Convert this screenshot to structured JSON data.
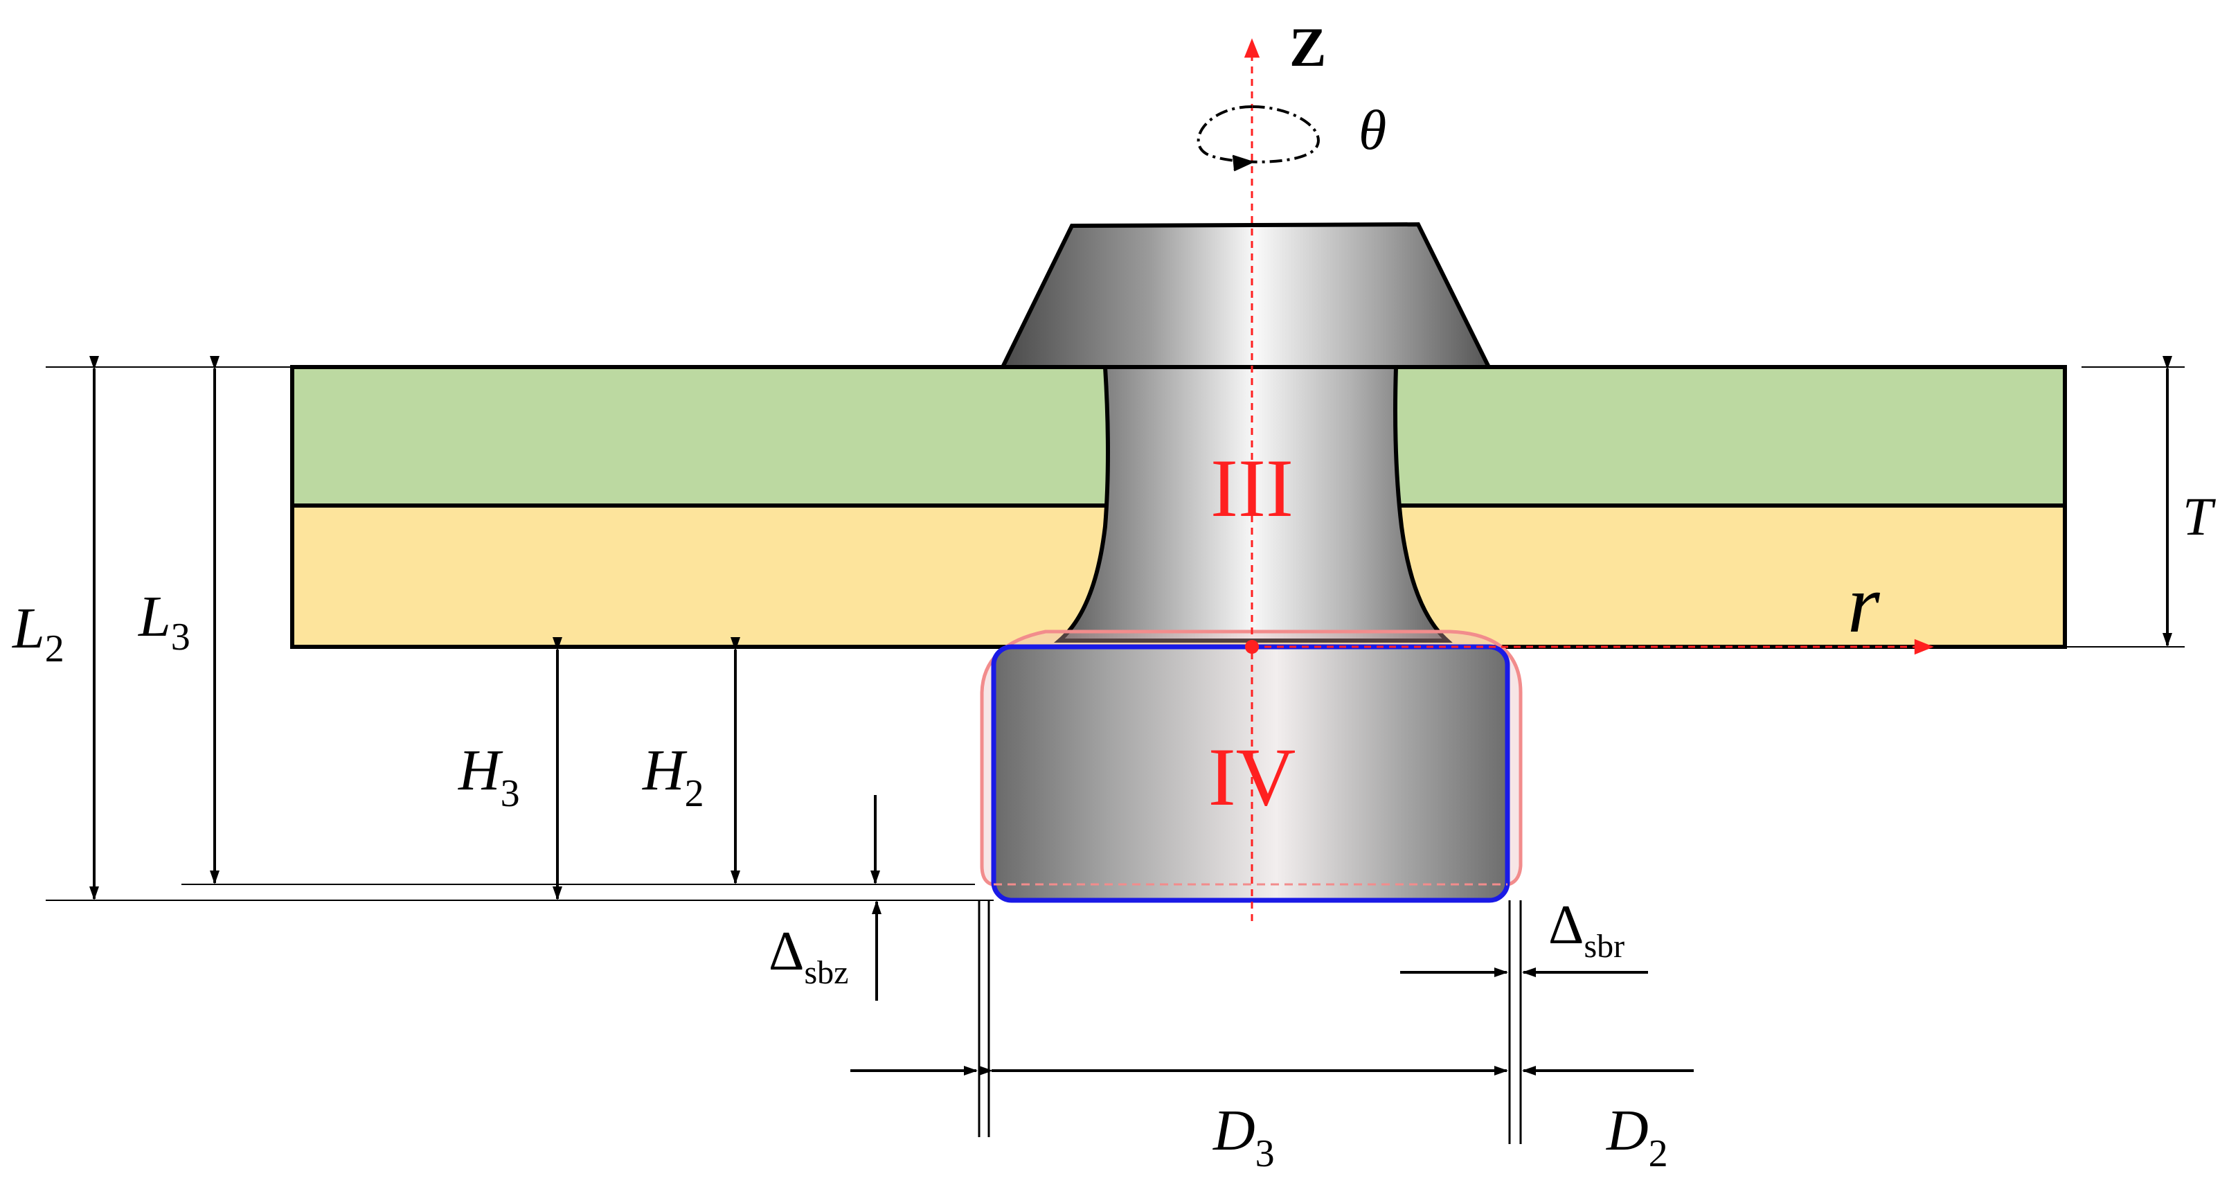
{
  "axes": {
    "z_label": "Z",
    "theta_label": "θ",
    "r_label": "r"
  },
  "regions": {
    "upper": "III",
    "lower": "IV"
  },
  "dimensions": {
    "L2": {
      "main": "L",
      "sub": "2"
    },
    "L3": {
      "main": "L",
      "sub": "3"
    },
    "H3": {
      "main": "H",
      "sub": "3"
    },
    "H2": {
      "main": "H",
      "sub": "2"
    },
    "T": {
      "main": "T"
    },
    "delta_sbz": {
      "main": "Δ",
      "sub": "sbz"
    },
    "delta_sbr": {
      "main": "Δ",
      "sub": "sbr"
    },
    "D3": {
      "main": "D",
      "sub": "3"
    },
    "D2": {
      "main": "D",
      "sub": "2"
    }
  },
  "colors": {
    "top_sheet": "#bcd9a1",
    "bottom_sheet": "#fde49c",
    "axis": "#ff2020",
    "blue_outline": "#1a1ae6",
    "pink_outline": "#f28c8c"
  }
}
